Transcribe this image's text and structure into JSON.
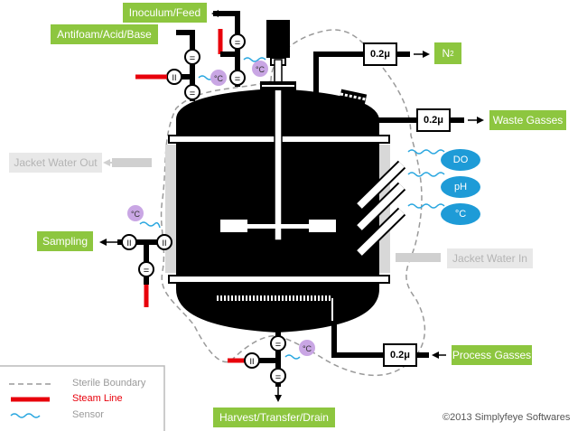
{
  "labels": {
    "inoculum_feed": "Inoculum/Feed",
    "antifoam_acid_base": "Antifoam/Acid/Base",
    "n2_main": "N",
    "n2_sub": "2",
    "waste_gasses": "Waste Gasses",
    "jacket_water_out": "Jacket Water Out",
    "jacket_water_in": "Jacket Water In",
    "sampling": "Sampling",
    "process_gasses": "Process Gasses",
    "harvest_transfer_drain": "Harvest/Transfer/Drain"
  },
  "filters": {
    "n2": "0.2μ",
    "waste": "0.2μ",
    "process": "0.2μ"
  },
  "sensors": {
    "do": "DO",
    "ph": "pH",
    "temp": "°C"
  },
  "temp_symbol": "°C",
  "legend": {
    "sterile_boundary": "Sterile Boundary",
    "steam_line": "Steam Line",
    "sensor": "Sensor"
  },
  "copyright": "©2013 Simplyfeye Softwares",
  "colors": {
    "process_label": "#8dc63f",
    "jacket_label": "#e8e8e8",
    "steam": "#e8000b",
    "sensor_wave": "#2aa7e0",
    "sensor_bubble": "#1e9bd7",
    "temp_bubble": "#c9a6e4",
    "vessel": "#000000"
  }
}
